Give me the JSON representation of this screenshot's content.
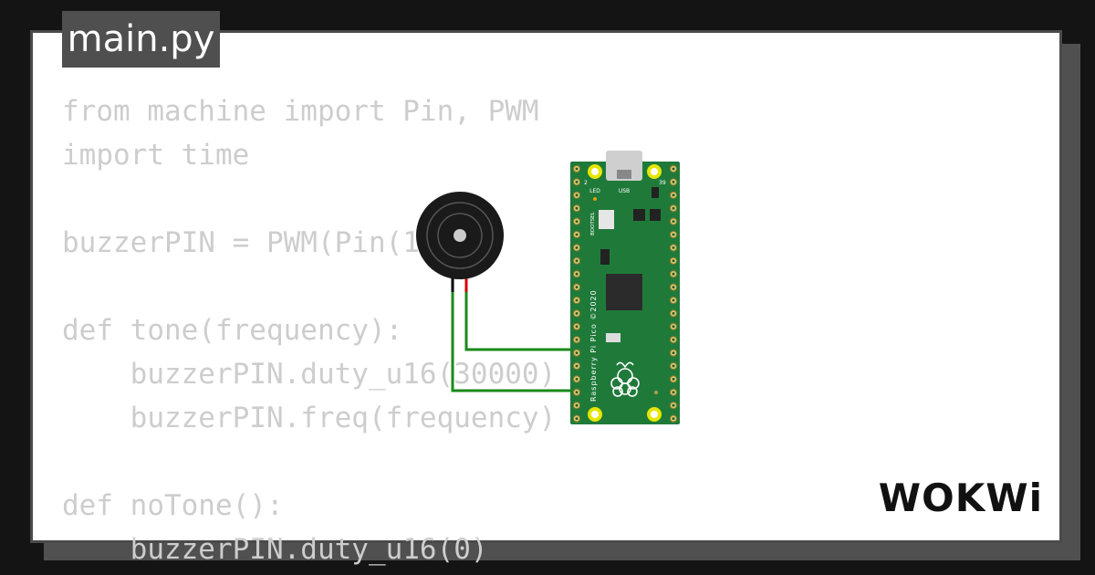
{
  "file_tab": {
    "label": "main.py"
  },
  "code_lines": [
    "from machine import Pin, PWM",
    "import time",
    "",
    "buzzerPIN = PWM(Pin(16))",
    "",
    "def tone(frequency):",
    "    buzzerPIN.duty_u16(30000)",
    "    buzzerPIN.freq(frequency)",
    "",
    "def noTone():",
    "    buzzerPIN.duty_u16(0)"
  ],
  "board": {
    "usb_label": "USB",
    "led_label": "LED",
    "bootsel_label": "BOOTSEL",
    "model_label": "Raspberry Pi Pico ©2020",
    "pin_1_label": "2",
    "pin_39_label": "39"
  },
  "components": {
    "buzzer": "buzzer",
    "wire_colors": [
      "#1a8a1a",
      "#d40000",
      "#000000"
    ]
  },
  "brand": {
    "logo_text": "WOKWi"
  }
}
